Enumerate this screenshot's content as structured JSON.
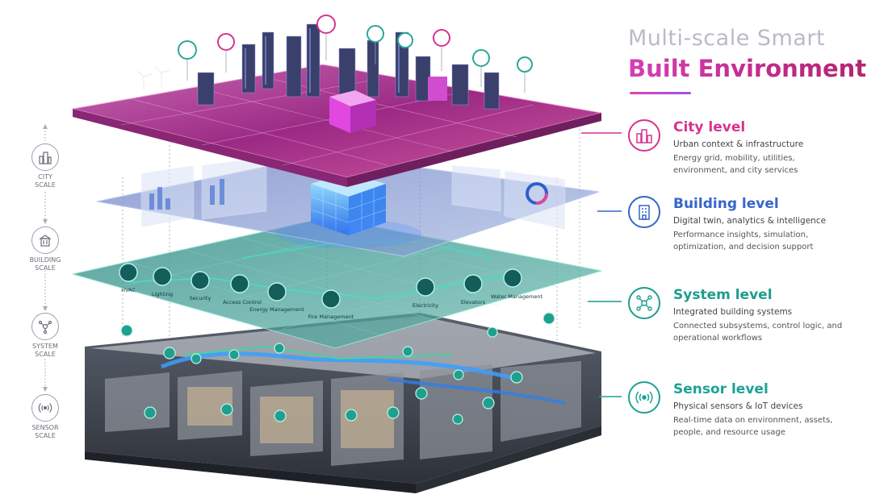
{
  "title": {
    "line1": "Multi-scale Smart",
    "line2": "Built Environment"
  },
  "colors": {
    "city": "#d6338f",
    "building": "#3566c9",
    "system": "#1c9c8c",
    "sensor": "#1ba395"
  },
  "levels": {
    "city": {
      "icon": "city-skyline-icon",
      "name": "City level",
      "subtitle": "Urban context & infrastructure",
      "description": "Energy grid, mobility, utilities, environment, and city services"
    },
    "building": {
      "icon": "building-icon",
      "name": "Building level",
      "subtitle": "Digital twin, analytics & intelligence",
      "description": "Performance insights, simulation, optimization, and decision support"
    },
    "system": {
      "icon": "network-nodes-icon",
      "name": "System level",
      "subtitle": "Integrated building systems",
      "description": "Connected subsystems, control logic, and operational workflows"
    },
    "sensor": {
      "icon": "wireless-sensor-icon",
      "name": "Sensor level",
      "subtitle": "Physical sensors & IoT devices",
      "description": "Real-time data on environment, assets, people, and resource usage"
    }
  },
  "scales": {
    "city": {
      "icon": "city-icon",
      "line1": "CITY",
      "line2": "SCALE"
    },
    "building": {
      "icon": "building-icon",
      "line1": "BUILDING",
      "line2": "SCALE"
    },
    "system": {
      "icon": "network-icon",
      "line1": "SYSTEM",
      "line2": "SCALE"
    },
    "sensor": {
      "icon": "sensor-icon",
      "line1": "SENSOR",
      "line2": "SCALE"
    }
  },
  "system_nodes": {
    "hvac": "HVAC",
    "lighting": "Lighting",
    "security": "Security",
    "access_control": "Access Control",
    "energy_management": "Energy Management",
    "fire_management": "Fire Management",
    "elevators": "Elevators",
    "water_management": "Water Management",
    "electricity": "Electricity"
  }
}
